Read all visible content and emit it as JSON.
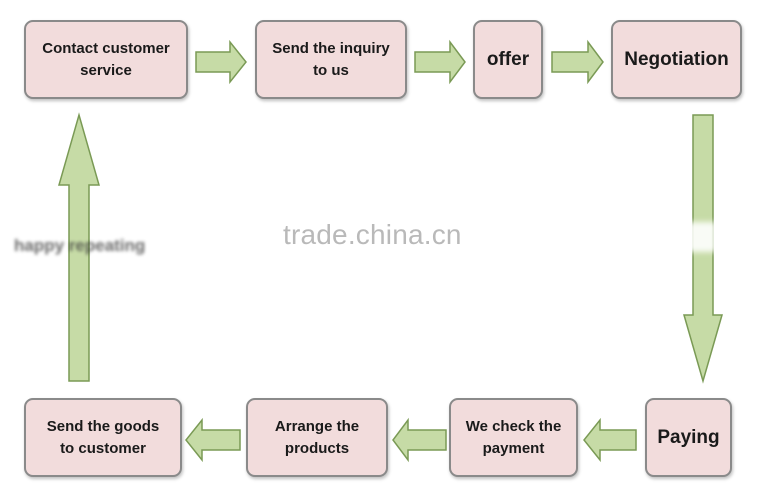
{
  "steps": {
    "contact": "Contact customer\nservice",
    "inquiry": "Send the inquiry\nto us",
    "offer": "offer",
    "negotiation": "Negotiation",
    "paying": "Paying",
    "check_payment": "We check the\npayment",
    "arrange": "Arrange the\nproducts",
    "send_goods": "Send the goods\nto customer"
  },
  "caption": "happy repeating",
  "watermark": "trade.china.cn",
  "colors": {
    "box_fill": "#f2dcdc",
    "box_border": "#8a8a8a",
    "arrow_fill": "#c6dba6",
    "arrow_stroke": "#7a9a55"
  }
}
